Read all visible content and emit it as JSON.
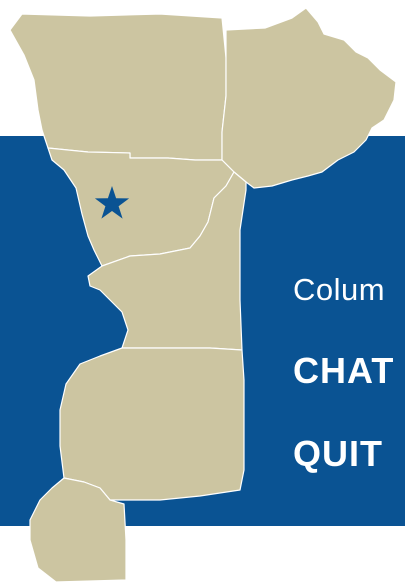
{
  "colors": {
    "background": "#ffffff",
    "panel": "#0a5393",
    "land": "#ccc5a1",
    "border": "#ffffff",
    "marker": "#0a5393",
    "text": "#ffffff"
  },
  "marker": {
    "icon": "star-icon"
  },
  "captions": {
    "region": "Colum",
    "county_a": "CHAT",
    "county_b": "QUIT"
  }
}
